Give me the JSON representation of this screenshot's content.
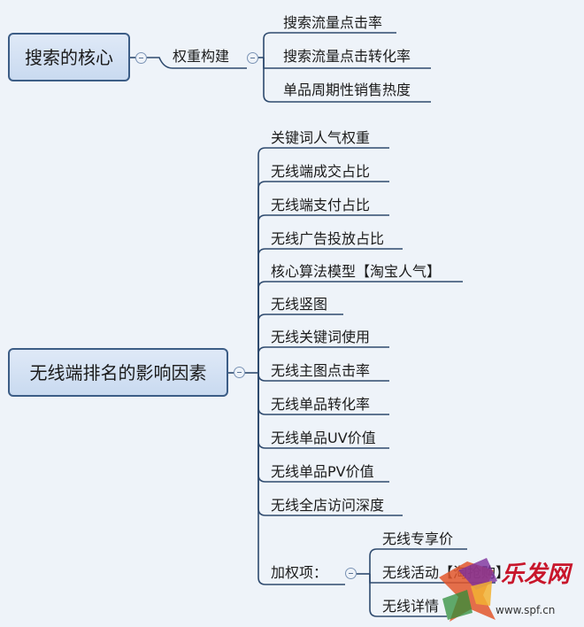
{
  "diagram": {
    "top_branch": {
      "root": "搜索的核心",
      "child": "权重构建",
      "leaves": [
        "搜索流量点击率",
        "搜索流量点击转化率",
        "单品周期性销售热度"
      ]
    },
    "main_branch": {
      "root": "无线端排名的影响因素",
      "leaves": [
        "关键词人气权重",
        "无线端成交占比",
        "无线端支付占比",
        "无线广告投放占比",
        "核心算法模型【淘宝人气】",
        "无线竖图",
        "无线关键词使用",
        "无线主图点击率",
        "无线单品转化率",
        "无线单品UV价值",
        "无线单品PV价值",
        "无线全店访问深度"
      ],
      "bonus": {
        "label": "加权项：",
        "leaves": [
          "无线专享价",
          "无线活动【淘抢购】",
          "无线详情"
        ]
      }
    }
  },
  "watermark": {
    "brand": "乐发网",
    "url": "www.spf.cn",
    "brand_color": "#c8162b"
  },
  "colors": {
    "line": "#2e4a6e",
    "root_border": "#3c5d86",
    "background": "#eef3f9"
  }
}
